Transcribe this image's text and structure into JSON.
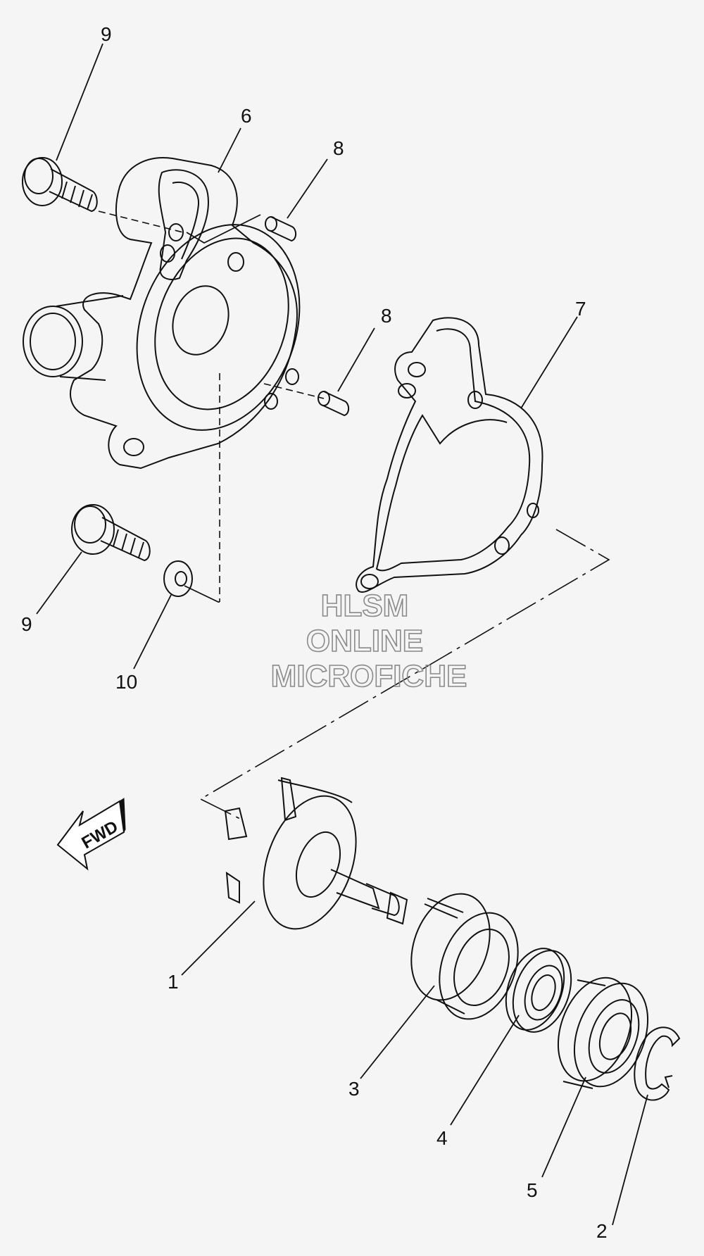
{
  "watermark": {
    "line1": "HLSM",
    "line2": "ONLINE",
    "line3": "MICROFICHE"
  },
  "fwd_label": "FWD",
  "callouts": {
    "part_1": "1",
    "part_2": "2",
    "part_3": "3",
    "part_4": "4",
    "part_5": "5",
    "part_6": "6",
    "part_7": "7",
    "part_8a": "8",
    "part_8b": "8",
    "part_9a": "9",
    "part_9b": "9",
    "part_10": "10"
  },
  "colors": {
    "background": "#f5f5f5",
    "line": "#111111",
    "watermark": "#8a8a8a"
  }
}
